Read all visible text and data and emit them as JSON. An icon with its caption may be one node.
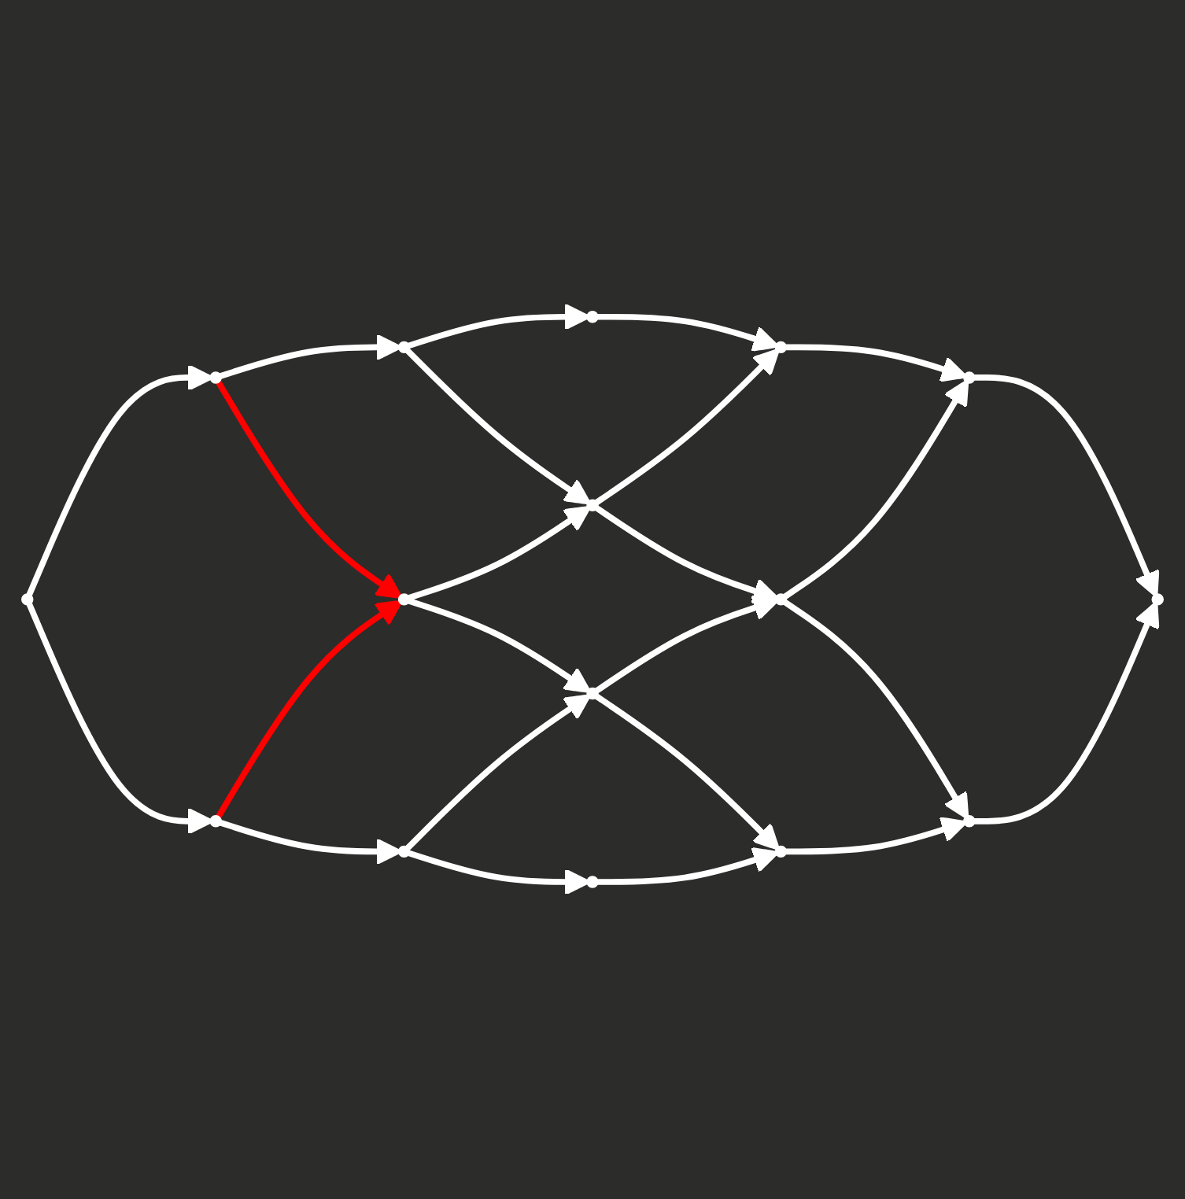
{
  "diagram": {
    "nodes": [
      {
        "text": [],
        "shape": "circle"
      },
      {
        "text": [],
        "shape": "circle"
      },
      {
        "text": [],
        "shape": "circle"
      },
      {
        "text": [],
        "shape": "circle"
      },
      {
        "text": [],
        "shape": "circle"
      },
      {
        "text": [],
        "shape": "circle"
      },
      {
        "text": [],
        "shape": "circle"
      },
      {
        "text": [],
        "shape": "circle"
      },
      {
        "text": [],
        "shape": "circle"
      },
      {
        "text": [],
        "shape": "circle"
      },
      {
        "text": [],
        "shape": "circle"
      },
      {
        "text": [],
        "shape": "circle"
      },
      {
        "text": [],
        "shape": "circle"
      },
      {
        "text": [],
        "shape": "circle"
      },
      {
        "text": [],
        "shape": "circle"
      },
      {
        "text": [],
        "shape": "circle"
      }
    ],
    "edges": [
      {
        "from": 0,
        "to": 1,
        "arrow": "to"
      },
      {
        "from": 1,
        "to": 2,
        "arrow": "to"
      },
      {
        "from": 2,
        "to": 3,
        "arrow": "to"
      },
      {
        "from": 4,
        "to": 0,
        "arrow": "to"
      },
      {
        "from": 5,
        "to": 1,
        "arrow": "to"
      },
      {
        "from": 6,
        "to": 2,
        "arrow": "to"
      },
      {
        "from": 7,
        "to": 3,
        "arrow": "to"
      },
      {
        "from": 4,
        "to": 5,
        "arrow": "to"
      },
      {
        "from": 5,
        "to": 6,
        "arrow": "to"
      },
      {
        "from": 6,
        "to": 7,
        "arrow": "to"
      },
      {
        "from": 8,
        "to": 4,
        "arrow": "to"
      },
      {
        "from": 9,
        "to": 5,
        "arrow": "to"
      },
      {
        "from": 10,
        "to": 6,
        "arrow": "to"
      },
      {
        "from": 11,
        "to": 7,
        "arrow": "to"
      },
      {
        "from": 8,
        "to": 9,
        "arrow": "to",
        "color": "#ff0000"
      },
      {
        "from": 9,
        "to": 10,
        "arrow": "to"
      },
      {
        "from": 10,
        "to": 11,
        "arrow": "to"
      },
      {
        "from": 12,
        "to": 8,
        "arrow": "to"
      },
      {
        "from": 13,
        "to": 9,
        "arrow": "to",
        "color": "#ff0000"
      },
      {
        "from": 14,
        "to": 10,
        "arrow": "to"
      },
      {
        "from": 15,
        "to": 11,
        "arrow": "to"
      },
      {
        "from": 12,
        "to": 13,
        "arrow": "to"
      },
      {
        "from": 13,
        "to": 14,
        "arrow": "to"
      },
      {
        "from": 14,
        "to": 15,
        "arrow": "to"
      }
    ]
  }
}
